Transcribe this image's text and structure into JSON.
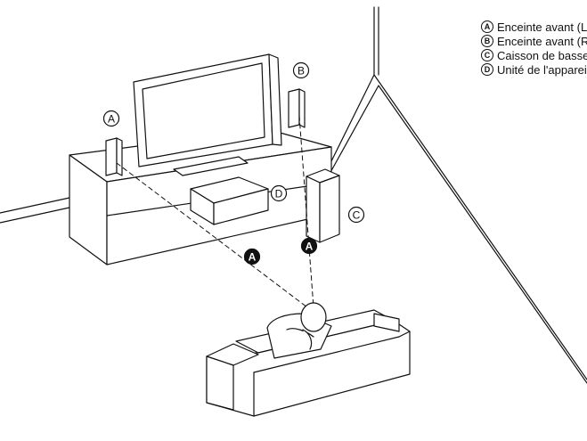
{
  "legend": {
    "items": [
      {
        "letter": "A",
        "text": "Enceinte avant (L)"
      },
      {
        "letter": "B",
        "text": "Enceinte avant (R)"
      },
      {
        "letter": "C",
        "text": "Caisson de basses"
      },
      {
        "letter": "D",
        "text": "Unité de l'appareil"
      }
    ]
  },
  "callouts": {
    "speaker_left": "A",
    "speaker_right": "B",
    "subwoofer": "C",
    "unit": "D",
    "distance_left": "A",
    "distance_right": "A"
  }
}
